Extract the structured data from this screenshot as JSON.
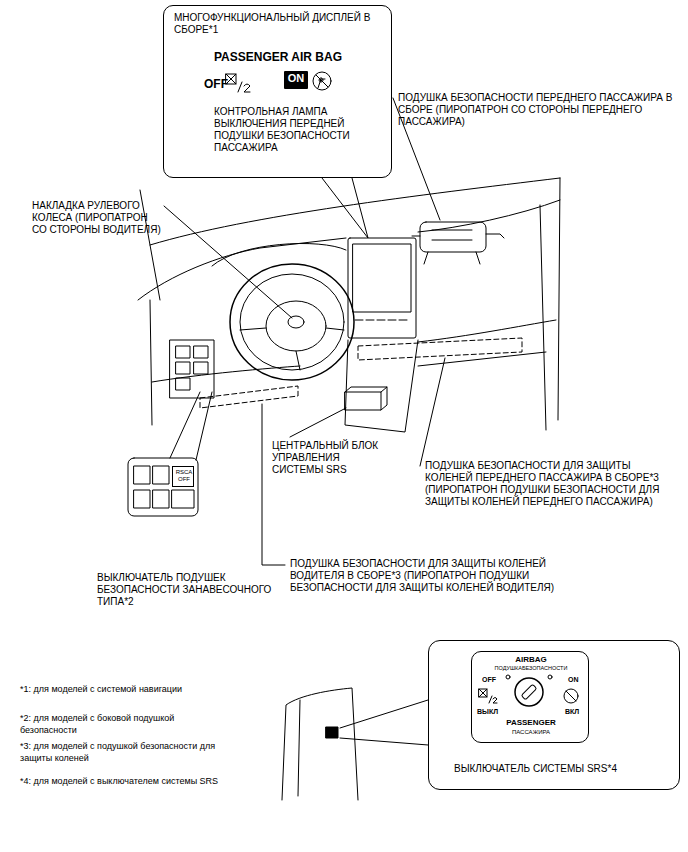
{
  "diagram": {
    "nodes": [
      {
        "text": [
          "МНОГОФУНКЦИОНАЛЬНЫЙ ДИСПЛЕЙ В СБОРЕ*1",
          "PASSENGER AIR BAG",
          "OFF",
          "КОНТРОЛЬНАЯ ЛАМПА ВЫКЛЮЧЕНИЯ ПЕРЕДНЕЙ ПОДУШКИ БЕЗОПАСНОСТИ ПАССАЖИРА"
        ]
      },
      {
        "text": [
          "ON"
        ],
        "in": 0
      },
      {
        "text": [
          "RSCA OFF"
        ]
      },
      {
        "text": [
          "ВЫКЛЮЧАТЕЛЬ СИСТЕМЫ SRS*4"
        ]
      },
      {
        "text": [
          "AIRBAG",
          "ПОДУШКАБЕЗОПАСНОСТИ",
          "OFF",
          "ON",
          "ВЫКЛ",
          "ВКЛ",
          "PASSENGER",
          "ПАССАЖИРА"
        ],
        "in": 3
      }
    ],
    "labels": [
      "ПОДУШКА БЕЗОПАСНОСТИ ПЕРЕДНЕГО ПАССАЖИРА В СБОРЕ (ПИРОПАТРОН СО СТОРОНЫ ПЕРЕДНЕГО ПАССАЖИРА)",
      "НАКЛАДКА РУЛЕВОГО КОЛЕСА (ПИРОПАТРОН СО СТОРОНЫ ВОДИТЕЛЯ)",
      "ЦЕНТРАЛЬНЫЙ БЛОК УПРАВЛЕНИЯ СИСТЕМЫ SRS",
      "ПОДУШКА БЕЗОПАСНОСТИ ДЛЯ ЗАЩИТЫ КОЛЕНЕЙ ПЕРЕДНЕГО ПАССАЖИРА В СБОРЕ*3 (ПИРОПАТРОН ПОДУШКИ БЕЗОПАСНОСТИ ДЛЯ ЗАЩИТЫ КОЛЕНЕЙ ПЕРЕДНЕГО ПАССАЖИРА)",
      "ВЫКЛЮЧАТЕЛЬ ПОДУШЕК БЕЗОПАСНОСТИ ЗАНАВЕСОЧНОГО ТИПА*2",
      "ПОДУШКА БЕЗОПАСНОСТИ ДЛЯ ЗАЩИТЫ КОЛЕНЕЙ ВОДИТЕЛЯ В СБОРЕ*3 (ПИРОПАТРОН ПОДУШКИ БЕЗОПАСНОСТИ ДЛЯ ЗАЩИТЫ КОЛЕНЕЙ ВОДИТЕЛЯ)",
      "*1: для моделей с системой навигации",
      "*2: для моделей с боковой подушкой безопасности",
      "*3: для моделей с подушкой безопасности для защиты коленей",
      "*4: для моделей с выключателем системы SRS"
    ]
  }
}
